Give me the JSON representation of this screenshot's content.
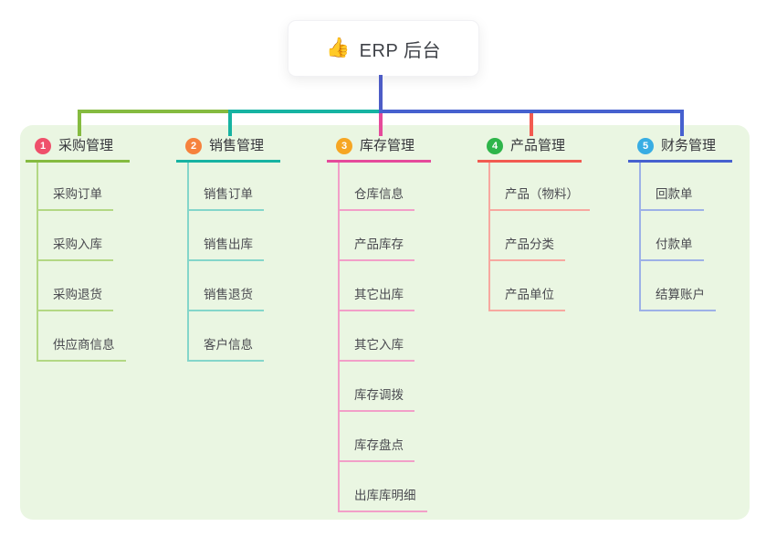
{
  "root": {
    "emoji": "👍",
    "label": "ERP 后台"
  },
  "colors": {
    "panel_bg": "#eaf6e2",
    "root_connector": "#4d5cc6",
    "root_text": "#3f4248",
    "node_text": "#4a4a50"
  },
  "branches": [
    {
      "badge": "1",
      "label": "采购管理",
      "badge_color": "#ef506b",
      "main_color": "#85bb40",
      "child_color": "#b3d884",
      "children": [
        "采购订单",
        "采购入库",
        "采购退货",
        "供应商信息"
      ]
    },
    {
      "badge": "2",
      "label": "销售管理",
      "badge_color": "#f6823d",
      "main_color": "#17b3a2",
      "child_color": "#84d6ca",
      "children": [
        "销售订单",
        "销售出库",
        "销售退货",
        "客户信息"
      ]
    },
    {
      "badge": "3",
      "label": "库存管理",
      "badge_color": "#f6a623",
      "main_color": "#e54a9b",
      "child_color": "#f29fc8",
      "children": [
        "仓库信息",
        "产品库存",
        "其它出库",
        "其它入库",
        "库存调拨",
        "库存盘点",
        "出库库明细"
      ]
    },
    {
      "badge": "4",
      "label": "产品管理",
      "badge_color": "#2eb54a",
      "main_color": "#f25b51",
      "child_color": "#f7a8a0",
      "children": [
        "产品（物料）",
        "产品分类",
        "产品单位"
      ]
    },
    {
      "badge": "5",
      "label": "财务管理",
      "badge_color": "#38ade3",
      "main_color": "#4661cf",
      "child_color": "#9db1e7",
      "children": [
        "回款单",
        "付款单",
        "结算账户"
      ]
    }
  ]
}
